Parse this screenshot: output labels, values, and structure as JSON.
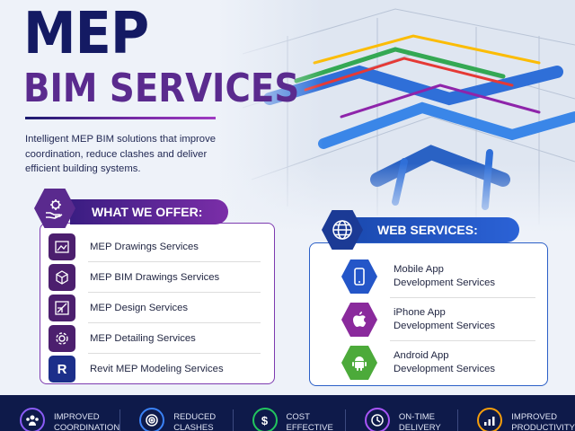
{
  "header": {
    "title_line1": "MEP",
    "title_line2": "BIM SERVICES"
  },
  "intro": "Intelligent MEP BIM solutions that improve coordination, reduce clashes and deliver efficient building systems.",
  "offer": {
    "heading": "WHAT WE OFFER:",
    "items": [
      {
        "label": "MEP Drawings Services",
        "icon": "drawing-icon"
      },
      {
        "label": "MEP BIM Drawings Services",
        "icon": "cube-icon"
      },
      {
        "label": "MEP Design Services",
        "icon": "design-icon"
      },
      {
        "label": "MEP Detailing Services",
        "icon": "gear-icon"
      },
      {
        "label": "Revit MEP Modeling Services",
        "icon": "revit-icon",
        "glyph": "R"
      }
    ]
  },
  "web": {
    "heading": "WEB SERVICES:",
    "items": [
      {
        "line1": "Mobile App",
        "line2": "Development Services",
        "icon": "mobile-icon",
        "color": "#2456c8"
      },
      {
        "line1": "iPhone App",
        "line2": "Development Services",
        "icon": "apple-icon",
        "color": "#8a2a9c"
      },
      {
        "line1": "Android App",
        "line2": "Development Services",
        "icon": "android-icon",
        "color": "#4caa3a"
      }
    ]
  },
  "footer": [
    {
      "line1": "IMPROVED",
      "line2": "COORDINATION",
      "icon": "team-icon",
      "color": "#8b5cf6"
    },
    {
      "line1": "REDUCED",
      "line2": "CLASHES",
      "icon": "target-icon",
      "color": "#3b82f6"
    },
    {
      "line1": "COST",
      "line2": "EFFECTIVE",
      "icon": "dollar-icon",
      "color": "#22c55e",
      "glyph": "$"
    },
    {
      "line1": "ON-TIME",
      "line2": "DELIVERY",
      "icon": "clock-icon",
      "color": "#a855f7"
    },
    {
      "line1": "IMPROVED",
      "line2": "PRODUCTIVITY",
      "icon": "growth-icon",
      "color": "#f59e0b"
    }
  ],
  "colors": {
    "navy": "#141a63",
    "purple": "#5a2a8e",
    "blue": "#2b5fc7",
    "footer": "#0e1a4a"
  }
}
